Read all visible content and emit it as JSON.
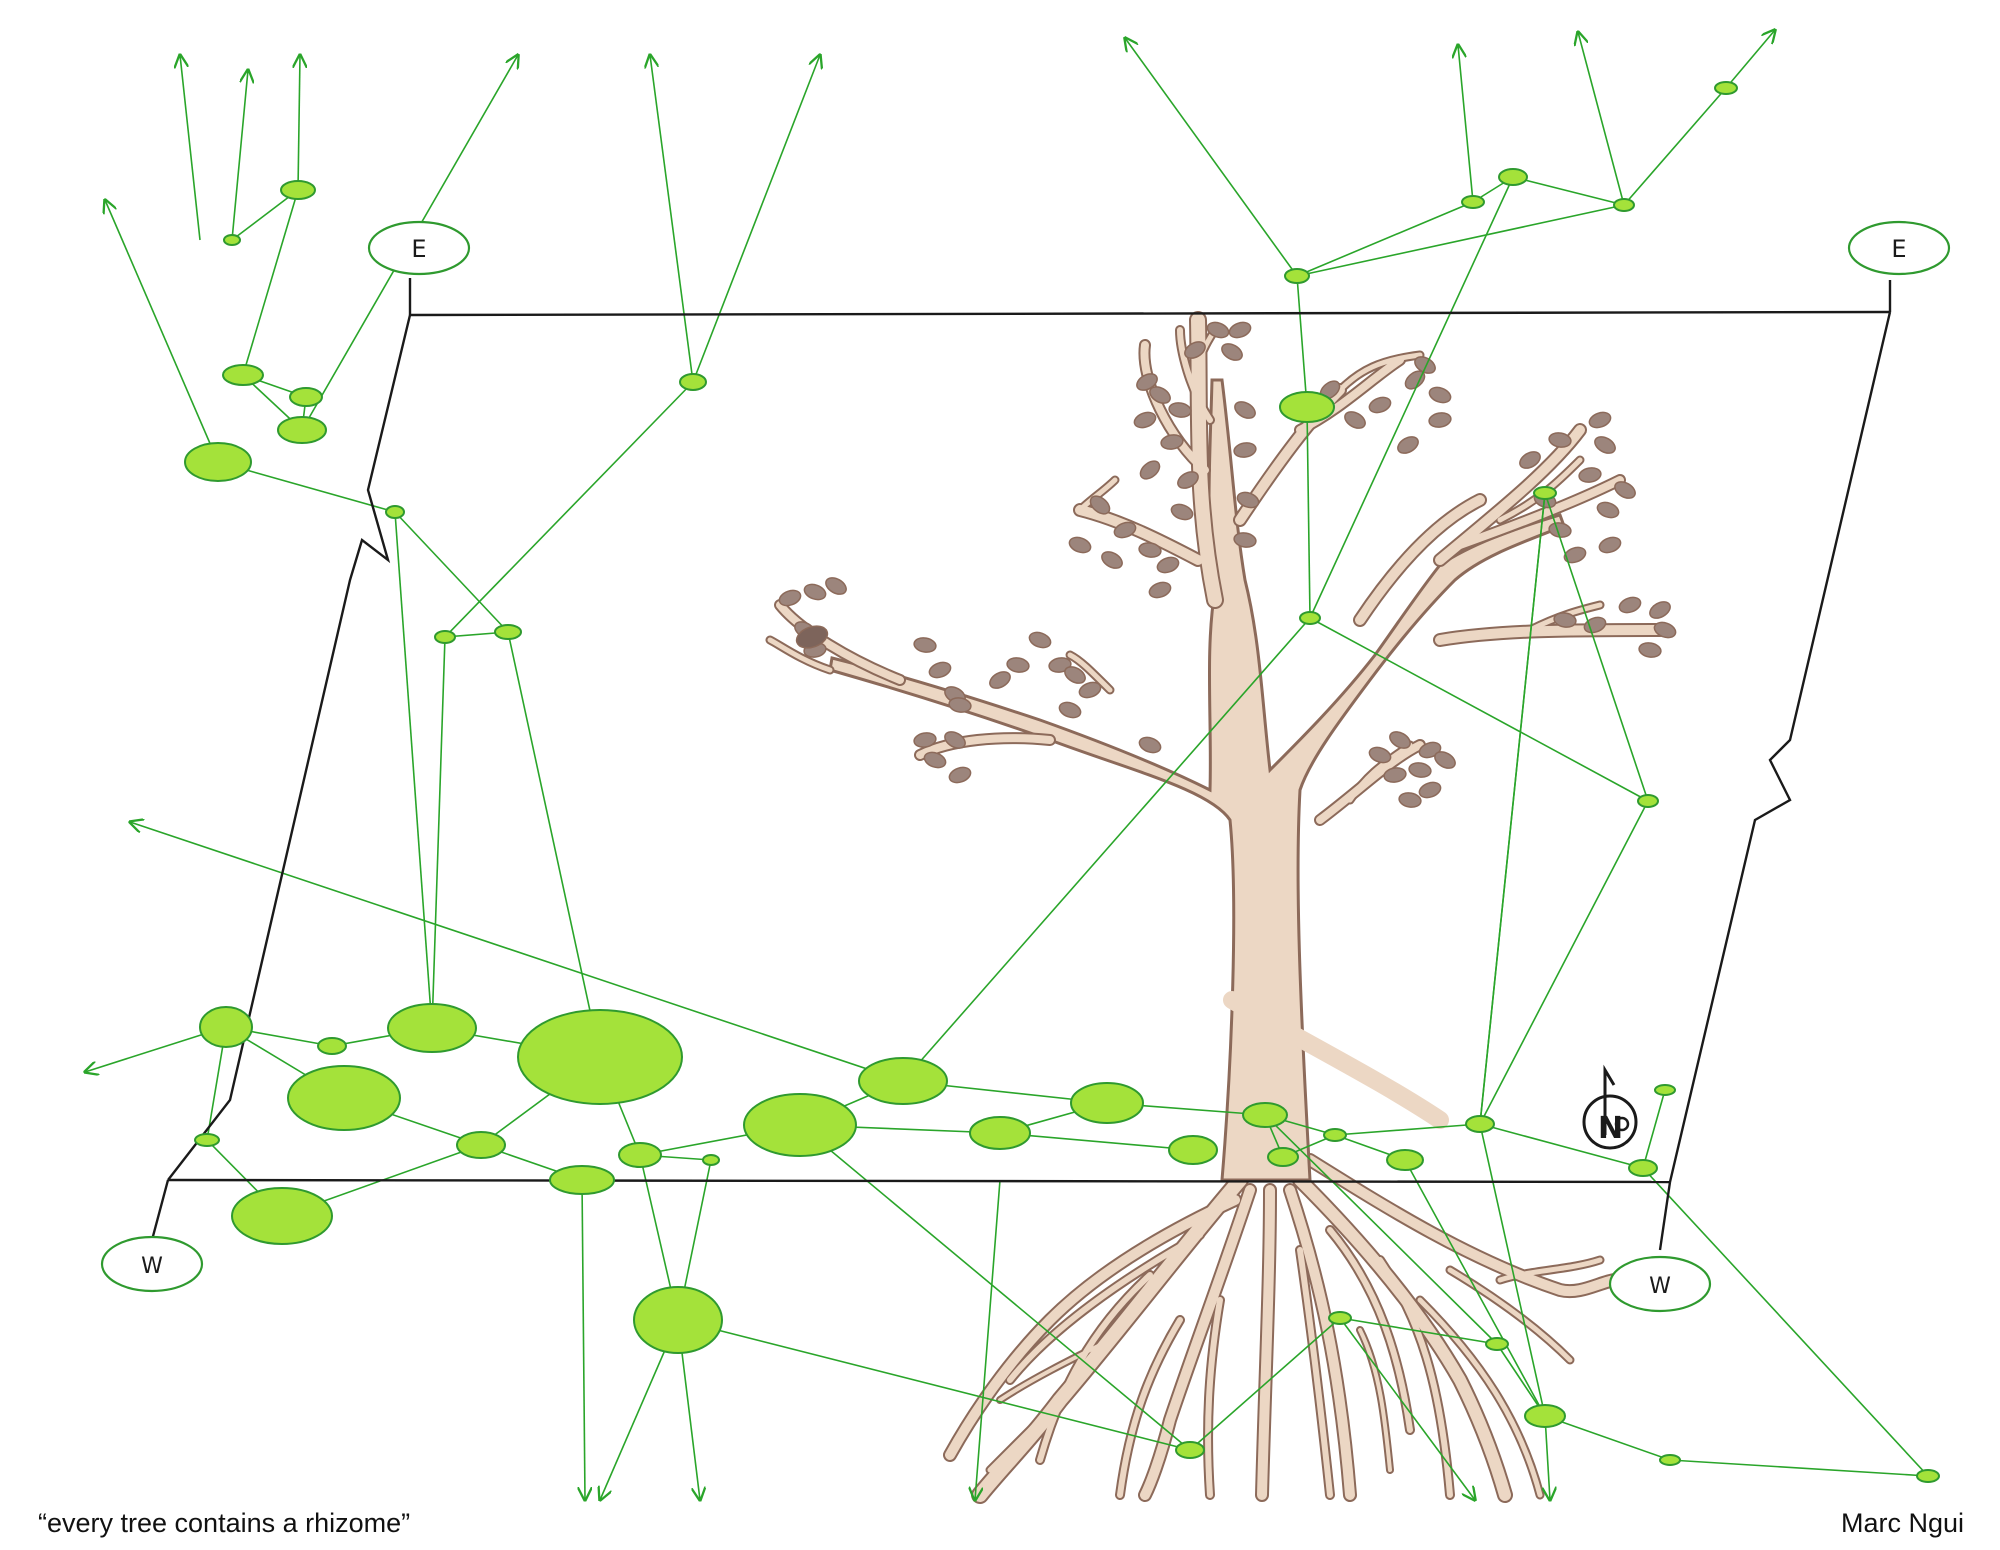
{
  "artwork": {
    "compass_labels": {
      "east": "E",
      "west": "W",
      "north": "N"
    },
    "colors": {
      "rhizome_line": "#2aa52a",
      "rhizome_node_fill": "#a4e23a",
      "rhizome_node_stroke": "#2f9a2f",
      "tree_fill": "#ecd7c4",
      "tree_outline": "#8c6a5a",
      "leaf_fill": "#9c857c",
      "plane_line": "#1a1a1a"
    }
  },
  "captions": {
    "title": "“every tree contains a rhizome”",
    "credit": "Marc Ngui"
  }
}
